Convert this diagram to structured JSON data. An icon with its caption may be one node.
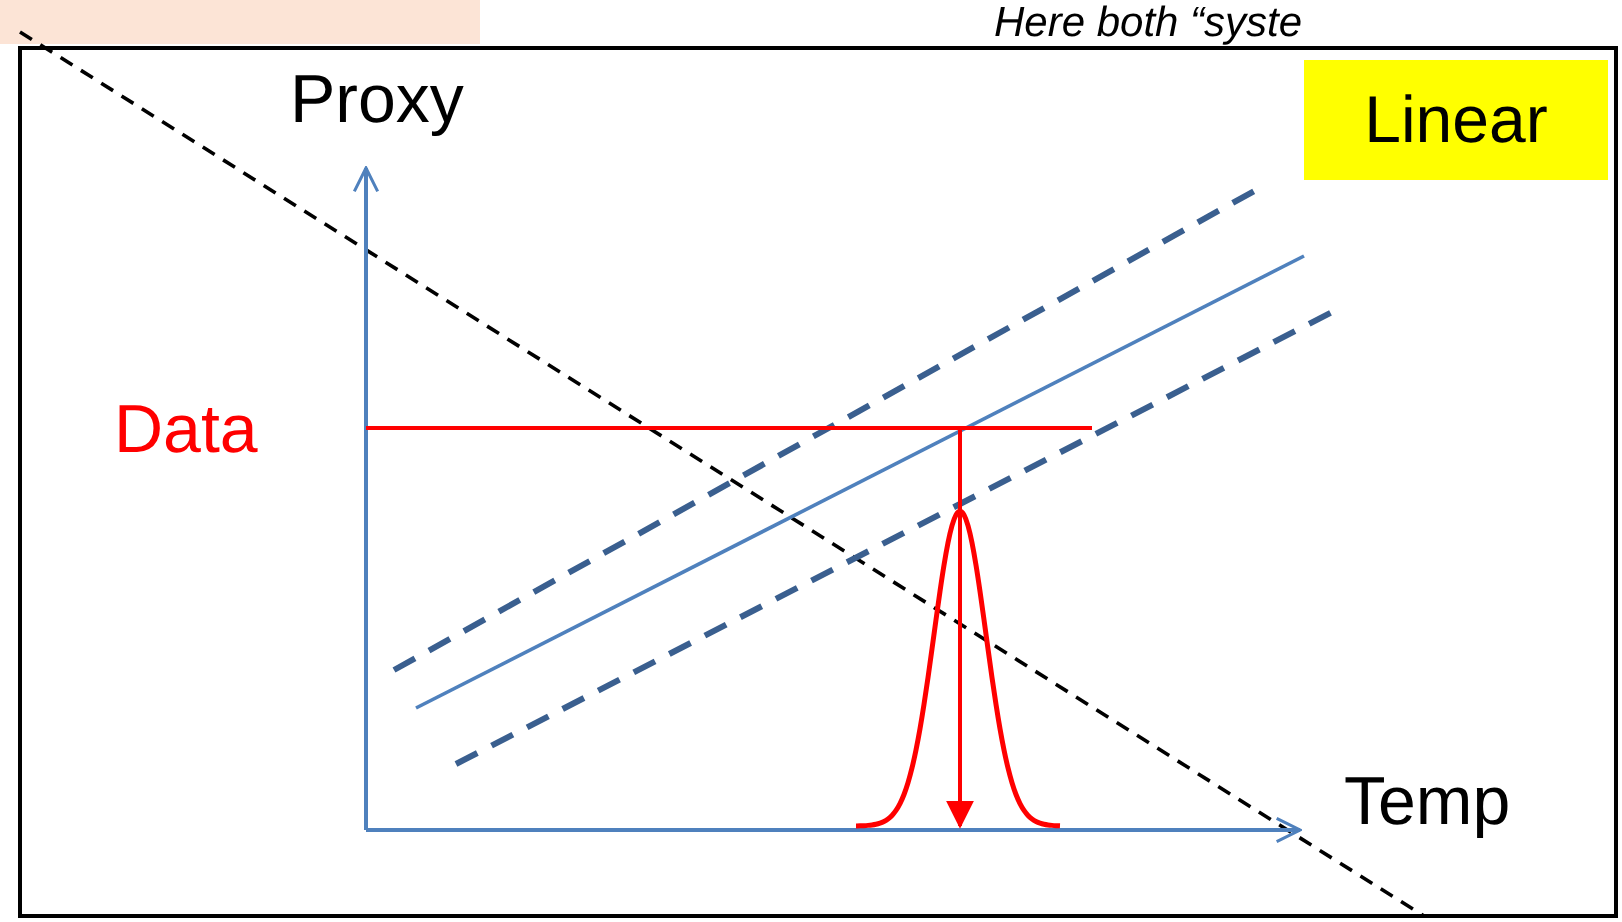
{
  "diagram": {
    "nodes": [
      {
        "text": [
          "Linear"
        ]
      }
    ],
    "labels": [
      "Here both “syste",
      "Proxy",
      "Data",
      "Temp"
    ]
  }
}
